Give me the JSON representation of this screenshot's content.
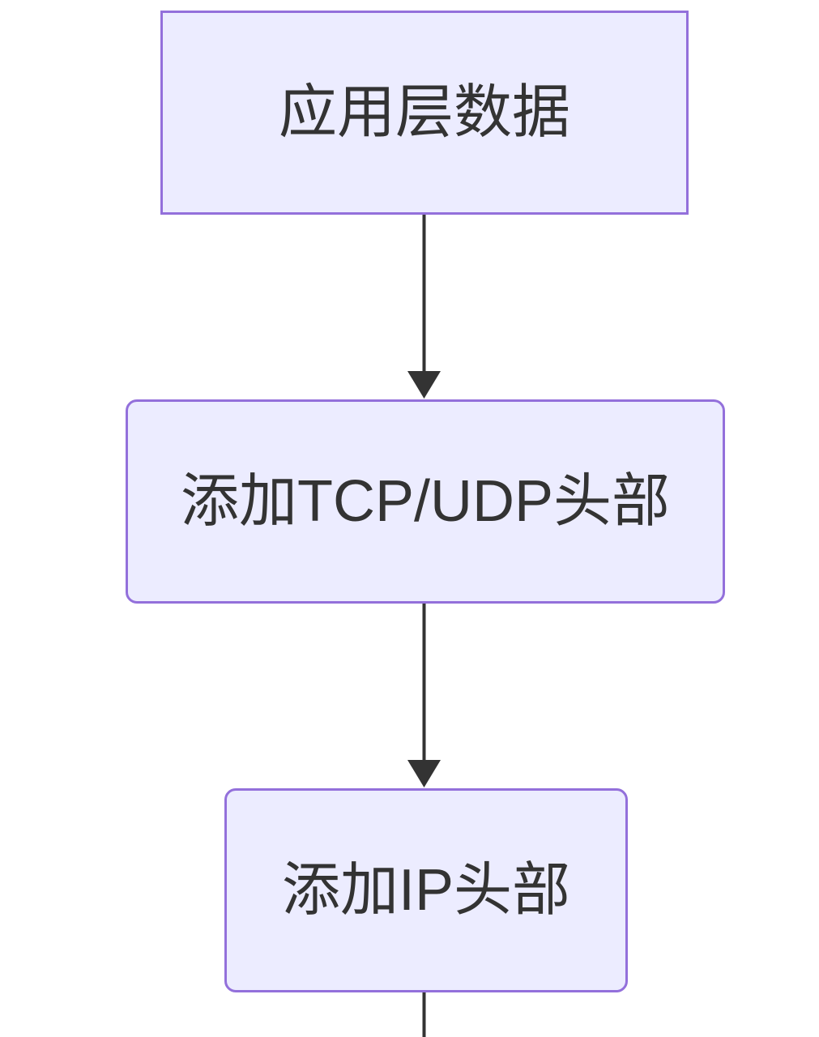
{
  "diagram": {
    "type": "flowchart",
    "direction": "top-down",
    "nodes": [
      {
        "id": "app-data",
        "label": "应用层数据",
        "shape": "rectangle"
      },
      {
        "id": "add-tcp-udp-header",
        "label": "添加TCP/UDP头部",
        "shape": "rounded-rectangle"
      },
      {
        "id": "add-ip-header",
        "label": "添加IP头部",
        "shape": "rounded-rectangle"
      }
    ],
    "edges": [
      {
        "from": "app-data",
        "to": "add-tcp-udp-header",
        "style": "solid-arrow-down"
      },
      {
        "from": "add-tcp-udp-header",
        "to": "add-ip-header",
        "style": "solid-arrow-down"
      },
      {
        "from": "add-ip-header",
        "to": "",
        "style": "solid-line-down-cut-off-at-bottom-edge"
      }
    ],
    "colors": {
      "node_fill": "#ECECFF",
      "node_border": "#9370DB",
      "edge": "#333333",
      "text": "#333333",
      "background": "#FFFFFF"
    }
  }
}
